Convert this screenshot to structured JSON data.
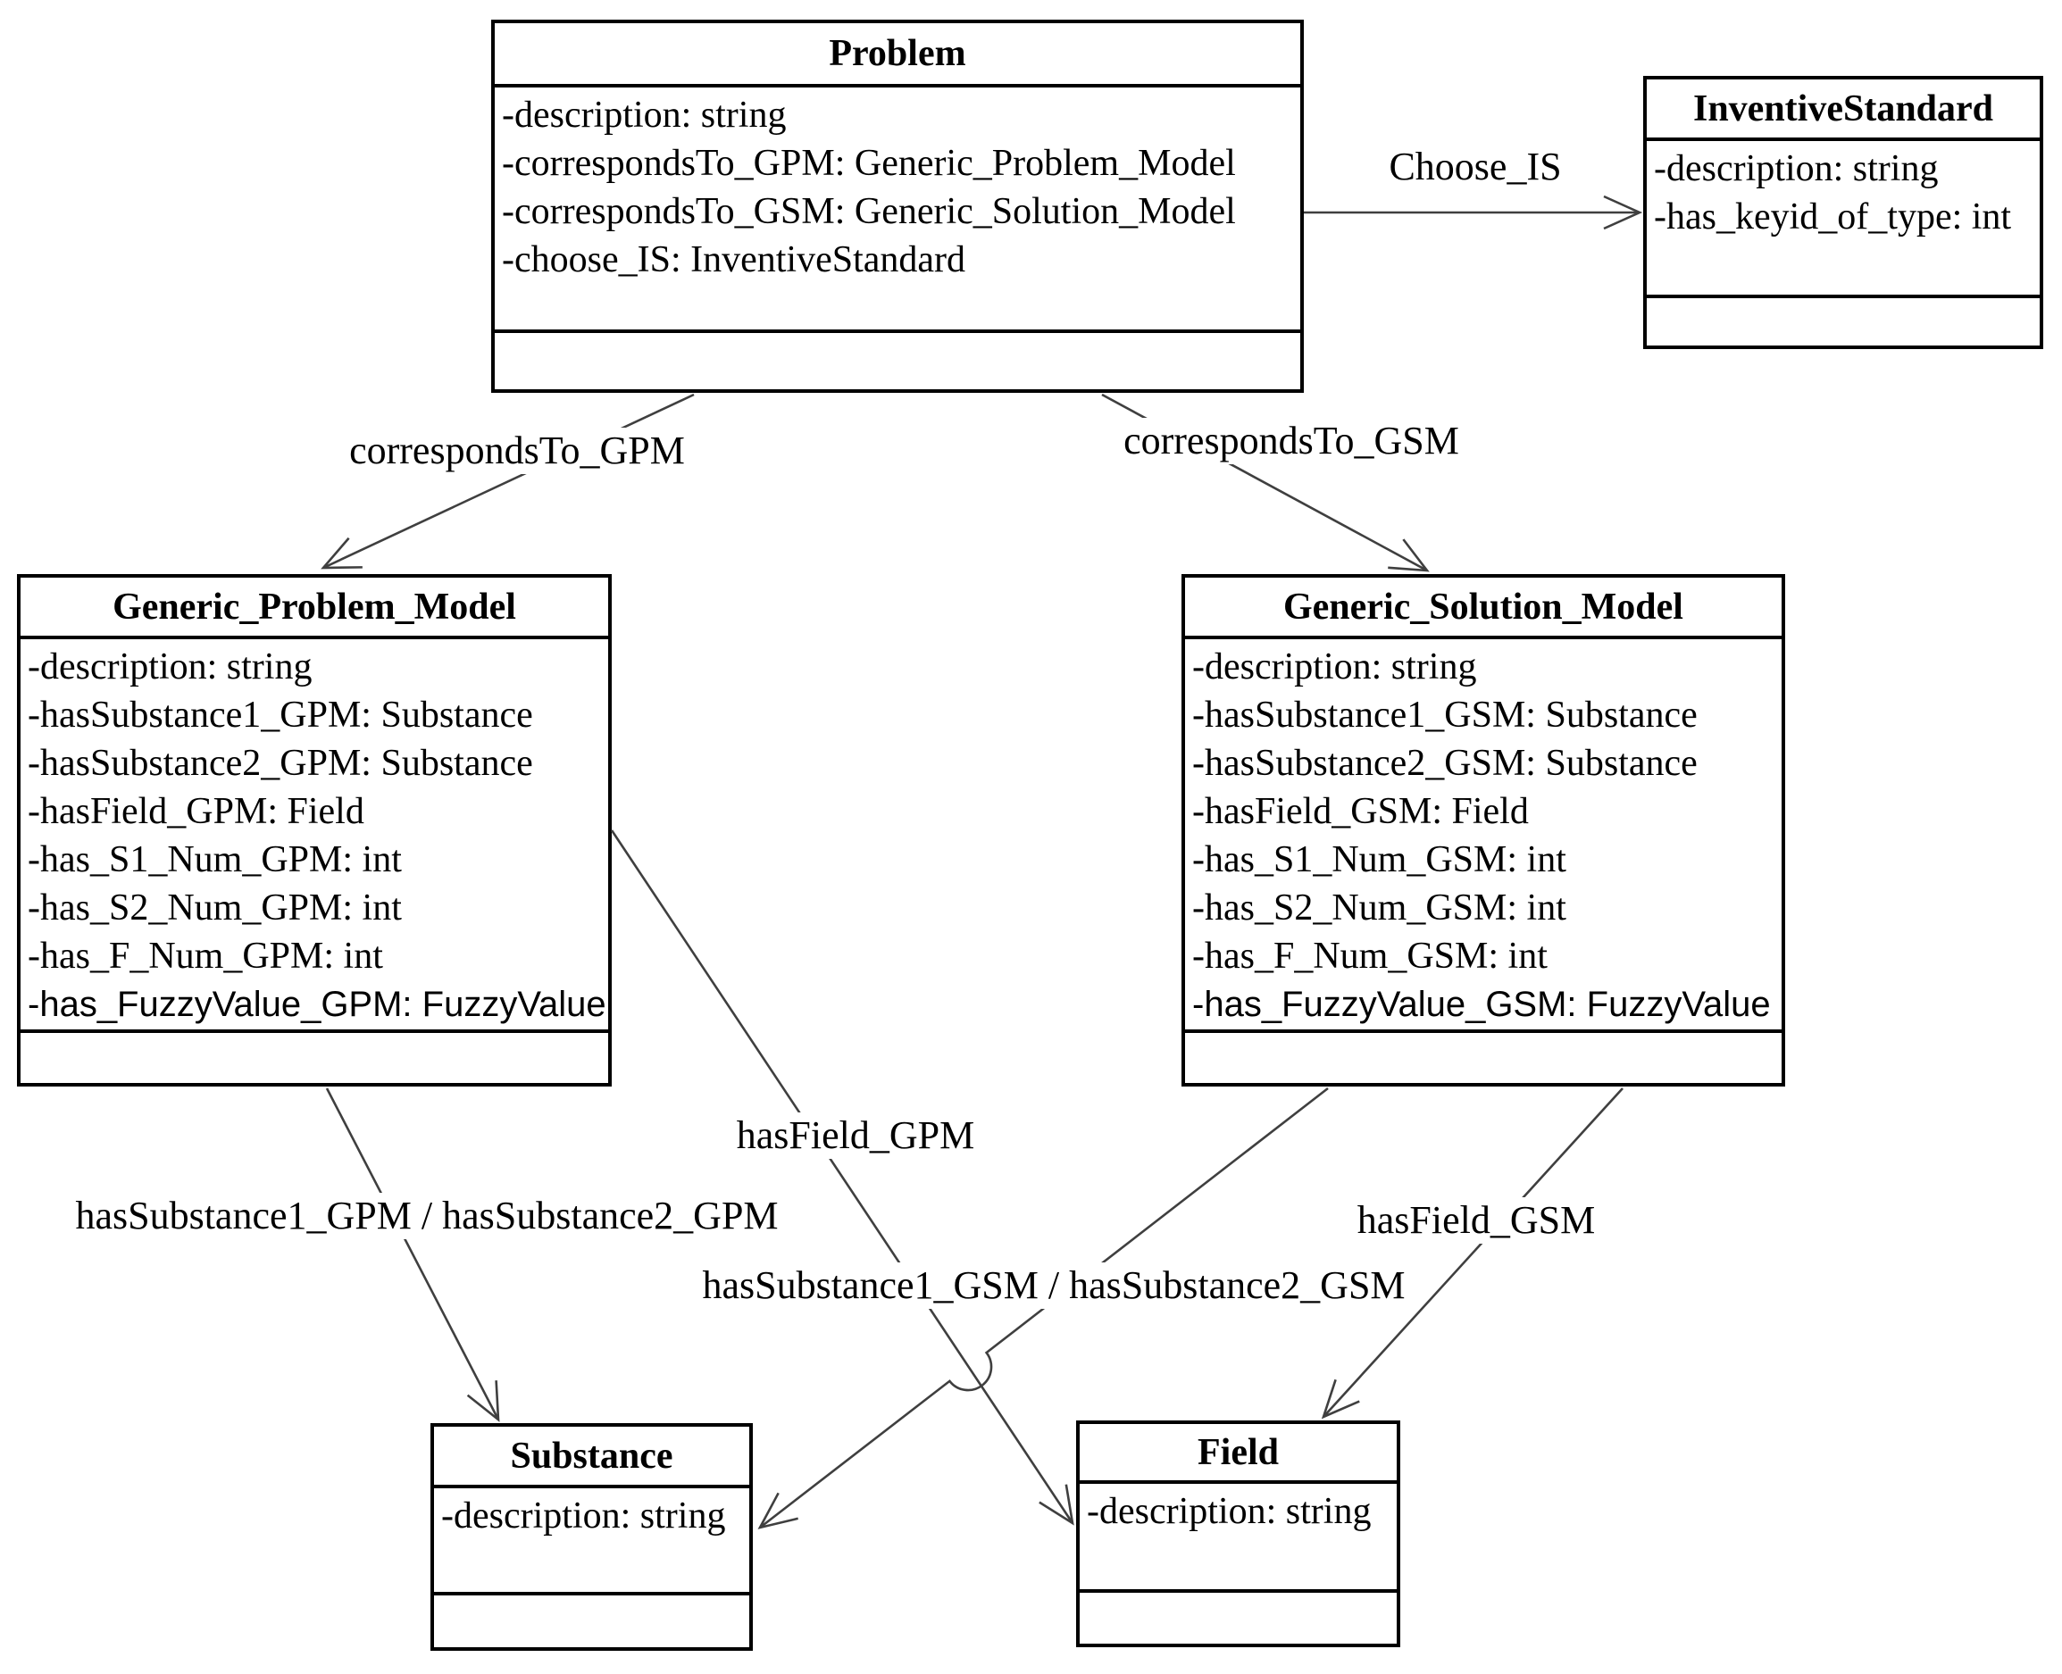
{
  "diagram": {
    "type": "uml-class-diagram",
    "colors": {
      "background": "#ffffff",
      "box_border": "#000000",
      "edge_line": "#3f3f3f",
      "text": "#000000"
    },
    "classes": [
      {
        "name": "Problem",
        "attributes": [
          "-description: string",
          "-correspondsTo_GPM: Generic_Problem_Model",
          "-correspondsTo_GSM: Generic_Solution_Model",
          "-choose_IS: InventiveStandard"
        ]
      },
      {
        "name": "InventiveStandard",
        "attributes": [
          "-description: string",
          "-has_keyid_of_type: int"
        ]
      },
      {
        "name": "Generic_Problem_Model",
        "attributes": [
          "-description: string",
          "-hasSubstance1_GPM: Substance",
          "-hasSubstance2_GPM: Substance",
          "-hasField_GPM: Field",
          "-has_S1_Num_GPM: int",
          "-has_S2_Num_GPM: int",
          "-has_F_Num_GPM: int",
          "-has_FuzzyValue_GPM: FuzzyValue"
        ]
      },
      {
        "name": "Generic_Solution_Model",
        "attributes": [
          "-description: string",
          "-hasSubstance1_GSM: Substance",
          "-hasSubstance2_GSM: Substance",
          "-hasField_GSM: Field",
          "-has_S1_Num_GSM: int",
          "-has_S2_Num_GSM: int",
          "-has_F_Num_GSM: int",
          "-has_FuzzyValue_GSM: FuzzyValue"
        ]
      },
      {
        "name": "Substance",
        "attributes": [
          "-description: string"
        ]
      },
      {
        "name": "Field",
        "attributes": [
          "-description: string"
        ]
      }
    ],
    "relations": [
      {
        "label": "Choose_IS",
        "from": "Problem",
        "to": "InventiveStandard"
      },
      {
        "label": "correspondsTo_GPM",
        "from": "Problem",
        "to": "Generic_Problem_Model"
      },
      {
        "label": "correspondsTo_GSM",
        "from": "Problem",
        "to": "Generic_Solution_Model"
      },
      {
        "label": "hasSubstance1_GPM / hasSubstance2_GPM",
        "from": "Generic_Problem_Model",
        "to": "Substance"
      },
      {
        "label": "hasField_GPM",
        "from": "Generic_Problem_Model",
        "to": "Field"
      },
      {
        "label": "hasSubstance1_GSM / hasSubstance2_GSM",
        "from": "Generic_Solution_Model",
        "to": "Substance"
      },
      {
        "label": "hasField_GSM",
        "from": "Generic_Solution_Model",
        "to": "Field"
      }
    ]
  }
}
